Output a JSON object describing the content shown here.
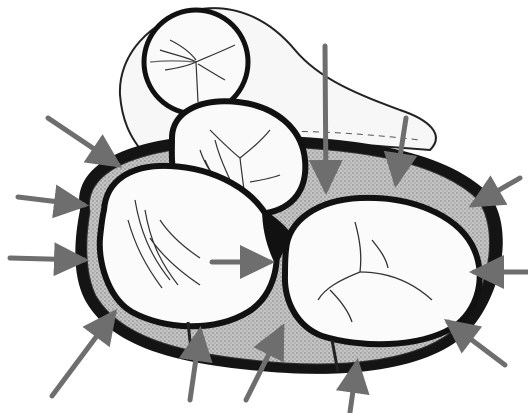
{
  "diagram": {
    "description_shown": "",
    "colors": {
      "background": "#ffffff",
      "outline": "#111111",
      "annulus_fill": "#b8b8b8",
      "valve_fill": "#fbfbfb",
      "arrow": "#6e6e6e"
    },
    "parts": [
      {
        "name": "pulmonary-valve"
      },
      {
        "name": "aortic-valve"
      },
      {
        "name": "mitral-valve"
      },
      {
        "name": "tricuspid-valve"
      },
      {
        "name": "fibrous-skeleton"
      }
    ],
    "pointer_arrows": 13
  }
}
